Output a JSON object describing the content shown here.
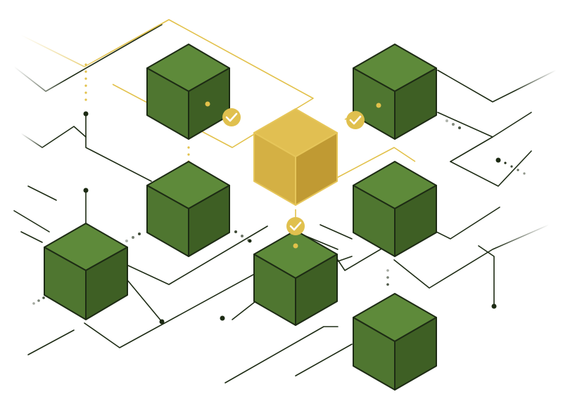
{
  "colors": {
    "background": "#ffffff",
    "line_dark": "#1d2b14",
    "line_gold": "#e2c14a",
    "cube_green_top": "#5e8a3a",
    "cube_green_left": "#4f7630",
    "cube_green_right": "#3e5f24",
    "cube_gold_top": "#e1bf52",
    "cube_gold_left": "#d4b044",
    "cube_gold_right": "#c09a33",
    "check_badge": "#e0c04e",
    "check_mark": "#ffffff",
    "dot_gray": "#9aa58f"
  },
  "icons": {
    "verified_node": "check-badge-icon",
    "block": "cube-icon"
  },
  "nodes": {
    "green_block_count": 7,
    "gold_block_count": 1,
    "verified_link_count": 3
  }
}
